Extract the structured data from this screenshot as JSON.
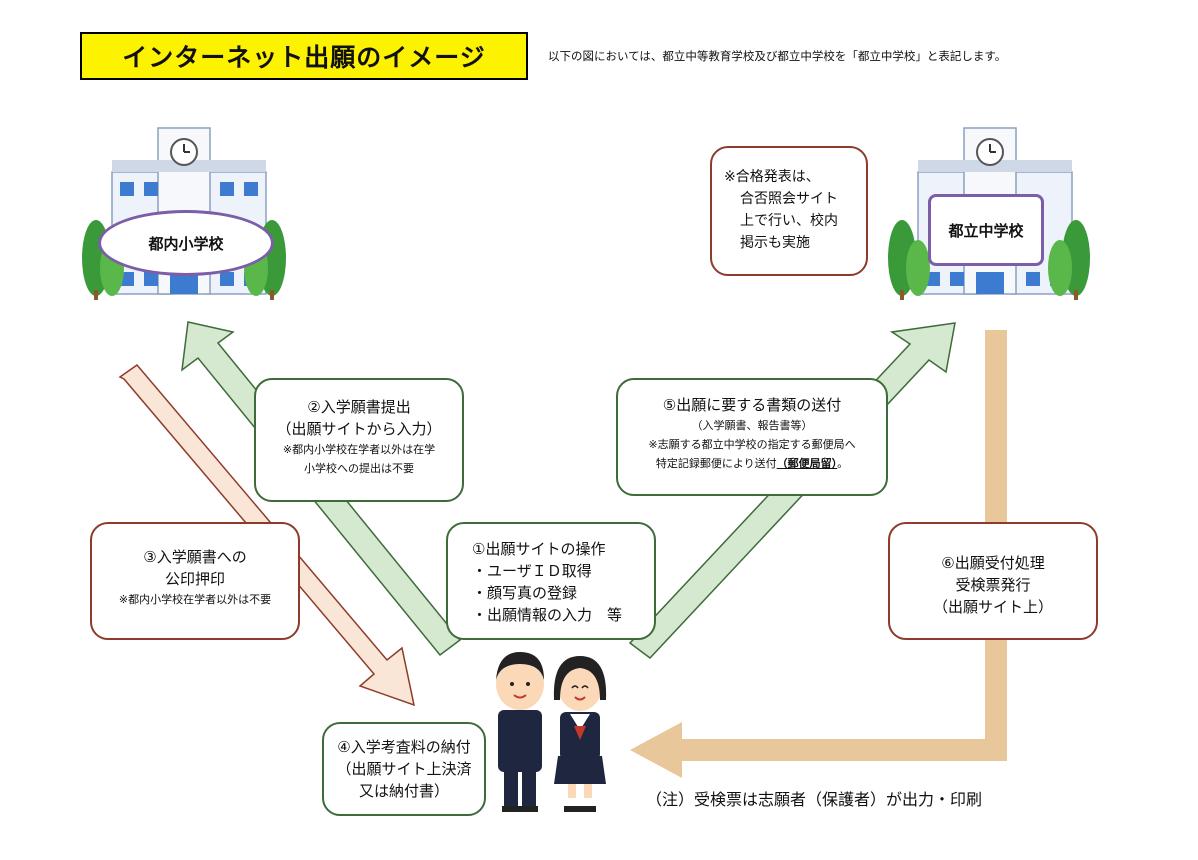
{
  "title": "インターネット出願のイメージ",
  "header_note": "以下の図においては、都立中等教育学校及び都立中学校を「都立中学校」と表記します。",
  "elementary_school_label": "都内小学校",
  "junior_high_label": "都立中学校",
  "result_note": [
    "※合格発表は、",
    "合否照会サイト",
    "上で行い、校内",
    "掲示も実施"
  ],
  "step1": {
    "title": "①出願サイトの操作",
    "items": [
      "・ユーザＩＤ取得",
      "・顔写真の登録",
      "・出願情報の入力　等"
    ]
  },
  "step2": {
    "title": "②入学願書提出",
    "sub": "（出願サイトから入力）",
    "notes": [
      "※都内小学校在学者以外は在学",
      "小学校への提出は不要"
    ]
  },
  "step3": {
    "title_lines": [
      "③入学願書への",
      "公印押印"
    ],
    "note": "※都内小学校在学者以外は不要"
  },
  "step4": {
    "title": "④入学考査料の納付",
    "sub_lines": [
      "（出願サイト上決済",
      "又は納付書）"
    ]
  },
  "step5": {
    "title": "⑤出願に要する書類の送付",
    "sub": "（入学願書、報告書等）",
    "note1": "※志願する都立中学校の指定する郵便局へ",
    "note2_prefix": "特定記録郵便により送付",
    "note2_emph": "（郵便局留）",
    "note2_suffix": "。"
  },
  "step6": {
    "lines": [
      "⑥出願受付処理",
      "受検票発行",
      "（出願サイト上）"
    ]
  },
  "bottom_note": "（注）受検票は志願者（保護者）が出力・印刷",
  "colors": {
    "title_bg": "#fdf200",
    "green_arrow_fill": "#d5e8d0",
    "green_arrow_stroke": "#3e6b3a",
    "peach_arrow_fill": "#f9e6d7",
    "peach_arrow_stroke": "#8e3b2c",
    "tan_arrow": "#e8c79a",
    "red_box_border": "#8e3b2c",
    "label_border": "#7b5ea7"
  }
}
